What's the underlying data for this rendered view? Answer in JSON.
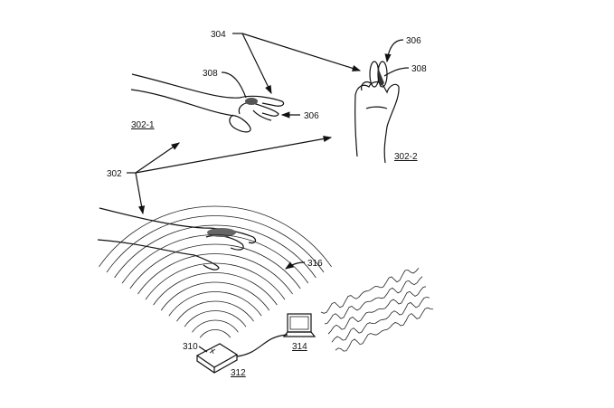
{
  "figure": {
    "labels": {
      "ref_304": "304",
      "ref_306_right": "306",
      "ref_308_right": "308",
      "ref_308_left": "308",
      "ref_306_left": "306",
      "ref_302_1": "302-1",
      "ref_302_2": "302-2",
      "ref_302": "302",
      "ref_316": "316",
      "ref_310": "310",
      "ref_312": "312",
      "ref_314": "314"
    },
    "colors": {
      "ink": "#111111",
      "background": "#ffffff"
    }
  }
}
